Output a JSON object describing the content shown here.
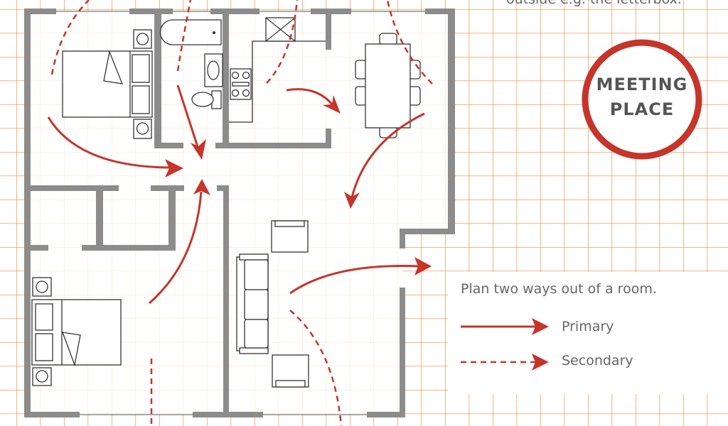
{
  "top_note": "outside e.g. the letterbox.",
  "meeting_place": {
    "line1": "MEETING",
    "line2": "PLACE"
  },
  "legend": {
    "title": "Plan two ways out of a room.",
    "primary": "Primary",
    "secondary": "Secondary"
  },
  "colors": {
    "grid": "#f08a3c",
    "route": "#c5352a",
    "wall": "#8c8c8c",
    "text": "#666666"
  }
}
